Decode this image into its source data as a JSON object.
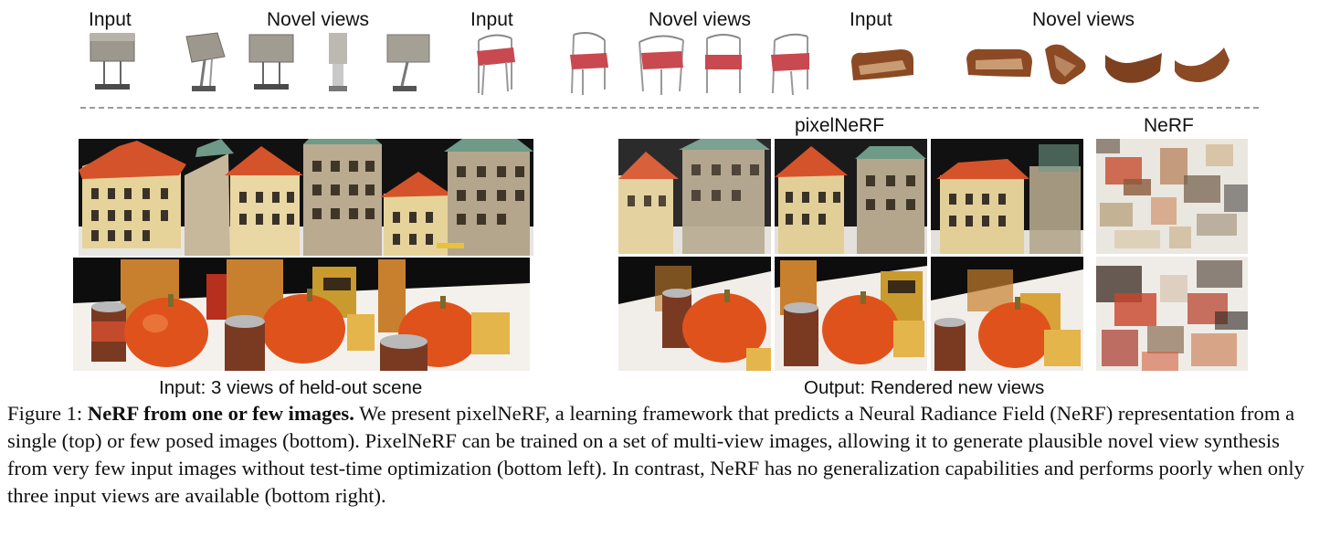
{
  "top_row": {
    "groups": [
      {
        "input_label": "Input",
        "novel_label": "Novel views",
        "object": "lamp"
      },
      {
        "input_label": "Input",
        "novel_label": "Novel views",
        "object": "chair"
      },
      {
        "input_label": "Input",
        "novel_label": "Novel views",
        "object": "sofa"
      }
    ]
  },
  "bottom": {
    "pixelnerf_label": "pixelNeRF",
    "nerf_label": "NeRF",
    "input_caption": "Input: 3 views of held-out scene",
    "output_caption": "Output: Rendered new views"
  },
  "caption": {
    "prefix": "Figure 1: ",
    "bold": "NeRF from one or few images.",
    "body": " We present pixelNeRF, a learning framework that predicts a Neural Radiance Field (NeRF) representation from a single (top) or few posed images (bottom). PixelNeRF can be trained on a set of multi-view images, allowing it to generate plausible novel view synthesis from very few input images without test-time optimization (bottom left). In contrast, NeRF has no generalization capabilities and performs poorly when only three input views are available (bottom right)."
  },
  "colors": {
    "arrow": "#a9a9a9",
    "chair_seat": "#c8494f",
    "sofa": "#8b4a24",
    "lamp_shade": "#9c988d",
    "roof": "#d5532a",
    "pumpkin": "#e0521c"
  }
}
